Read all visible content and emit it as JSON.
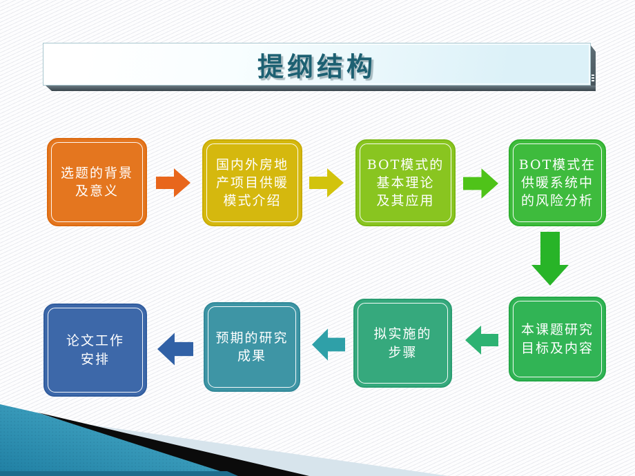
{
  "slide": {
    "title": "提纲结构",
    "stripe_color": "#e9eaef",
    "banner": {
      "fill_from": "#f8feff",
      "fill_to": "#dcf1f8",
      "edge_color": "#4e5d64",
      "title_color": "#1d6072"
    }
  },
  "flow": {
    "boxes": [
      {
        "name": "topic-background",
        "label": "选题的背景\n及意义",
        "fill": "#E4761F",
        "border": "#DC6A10"
      },
      {
        "name": "domestic-foreign-heating-modes",
        "label": "国内外房地\n产项目供暖\n模式介绍",
        "fill": "#D5B80E",
        "border": "#C9AC06"
      },
      {
        "name": "bot-basic-theory",
        "label": "BOT模式的\n基本理论\n及其应用",
        "fill": "#89C520",
        "border": "#7CB816"
      },
      {
        "name": "bot-risk-analysis",
        "label": "BOT模式在\n供暖系统中\n的风险分析",
        "fill": "#3EBB3D",
        "border": "#2FAF2E"
      },
      {
        "name": "research-goals-content",
        "label": "本课题研究\n目标及内容",
        "fill": "#31B455",
        "border": "#25A848"
      },
      {
        "name": "implementation-steps",
        "label": "拟实施的\n步骤",
        "fill": "#36A97D",
        "border": "#2A9D71"
      },
      {
        "name": "expected-results",
        "label": "预期的研究\n成果",
        "fill": "#3E95A5",
        "border": "#328999"
      },
      {
        "name": "thesis-work-schedule",
        "label": "论文工作\n安排",
        "fill": "#3D68A9",
        "border": "#315C9D"
      }
    ],
    "arrows": [
      {
        "name": "arrow-1",
        "direction": "right",
        "color": "#E8661C"
      },
      {
        "name": "arrow-2",
        "direction": "right",
        "color": "#D2C30D"
      },
      {
        "name": "arrow-3",
        "direction": "right",
        "color": "#4FC319"
      },
      {
        "name": "arrow-4",
        "direction": "down",
        "color": "#28B428"
      },
      {
        "name": "arrow-5",
        "direction": "left",
        "color": "#2DB272"
      },
      {
        "name": "arrow-6",
        "direction": "left",
        "color": "#2FA0A8"
      },
      {
        "name": "arrow-7",
        "direction": "left",
        "color": "#3161A6"
      }
    ]
  },
  "corner_decoration": {
    "pale_color": "#D7E4EC",
    "black_color": "#0b0b0b",
    "teal_light": "#4FB2CE",
    "teal_dark": "#1F7FA3",
    "bottom_strip_color": "#1D6C8C"
  }
}
